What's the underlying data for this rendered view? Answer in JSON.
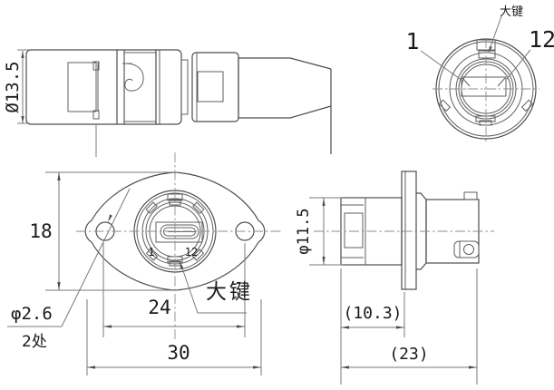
{
  "drawing": {
    "background": "#ffffff",
    "colors": {
      "object_line": "#4d4d4d",
      "dim_line": "#7a7a7a",
      "center_line": "#8e8e8e",
      "text": "#1a1a1a"
    },
    "views": {
      "plug_side": {
        "dia_label": "Ø13.5"
      },
      "plug_face": {
        "big_key_label": "大键",
        "contact_first": "1",
        "contact_last": "12"
      },
      "receptacle_front": {
        "height_dim": "18",
        "hole_spacing_dim": "24",
        "width_dim": "30",
        "mount_hole_dia": "φ2.6",
        "mount_hole_qty": "2处",
        "big_key_label": "大键",
        "contact_first": "1",
        "contact_last": "12"
      },
      "receptacle_side": {
        "dia_dim": "φ11.5",
        "front_length_dim": "(10.3)",
        "overall_length_dim": "(23)"
      }
    }
  }
}
